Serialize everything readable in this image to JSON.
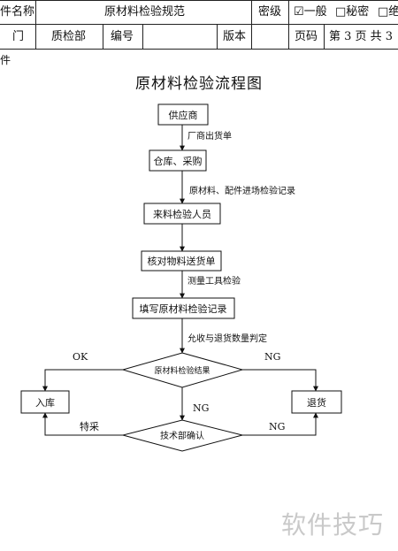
{
  "header": {
    "row1": {
      "doc_name_label": "件名称",
      "doc_name": "原材料检验规范",
      "secrecy_label": "密级",
      "opt_general": "☑一般",
      "opt_secret": "□秘密",
      "opt_top": "□绝"
    },
    "row2": {
      "dept_label": "门",
      "dept": "质检部",
      "code_label": "编号",
      "code_value": "",
      "version_label": "版本",
      "version_value": "",
      "page_label": "页码",
      "page_value": "第 3 页 共 3"
    }
  },
  "attachment_label": "件",
  "flowchart": {
    "title": "原材料检验流程图",
    "nodes": {
      "supplier": "供应商",
      "warehouse": "仓库、采购",
      "inspector": "来料检验人员",
      "verify": "核对物料送货单",
      "record": "填写原材料检验记录",
      "decision": "原材料检验结果",
      "stock_in": "入库",
      "return": "退货",
      "tech_confirm": "技术部确认"
    },
    "edge_labels": {
      "delivery_note": "厂商出货单",
      "entry_record": "原材料、配件进场检验记录",
      "measure": "测量工具检验",
      "judge": "允收与退货数量判定",
      "ok": "OK",
      "ng_right": "NG",
      "ng_down": "NG",
      "ng_bottom": "NG",
      "special": "特采"
    }
  },
  "watermark": "软件技巧"
}
